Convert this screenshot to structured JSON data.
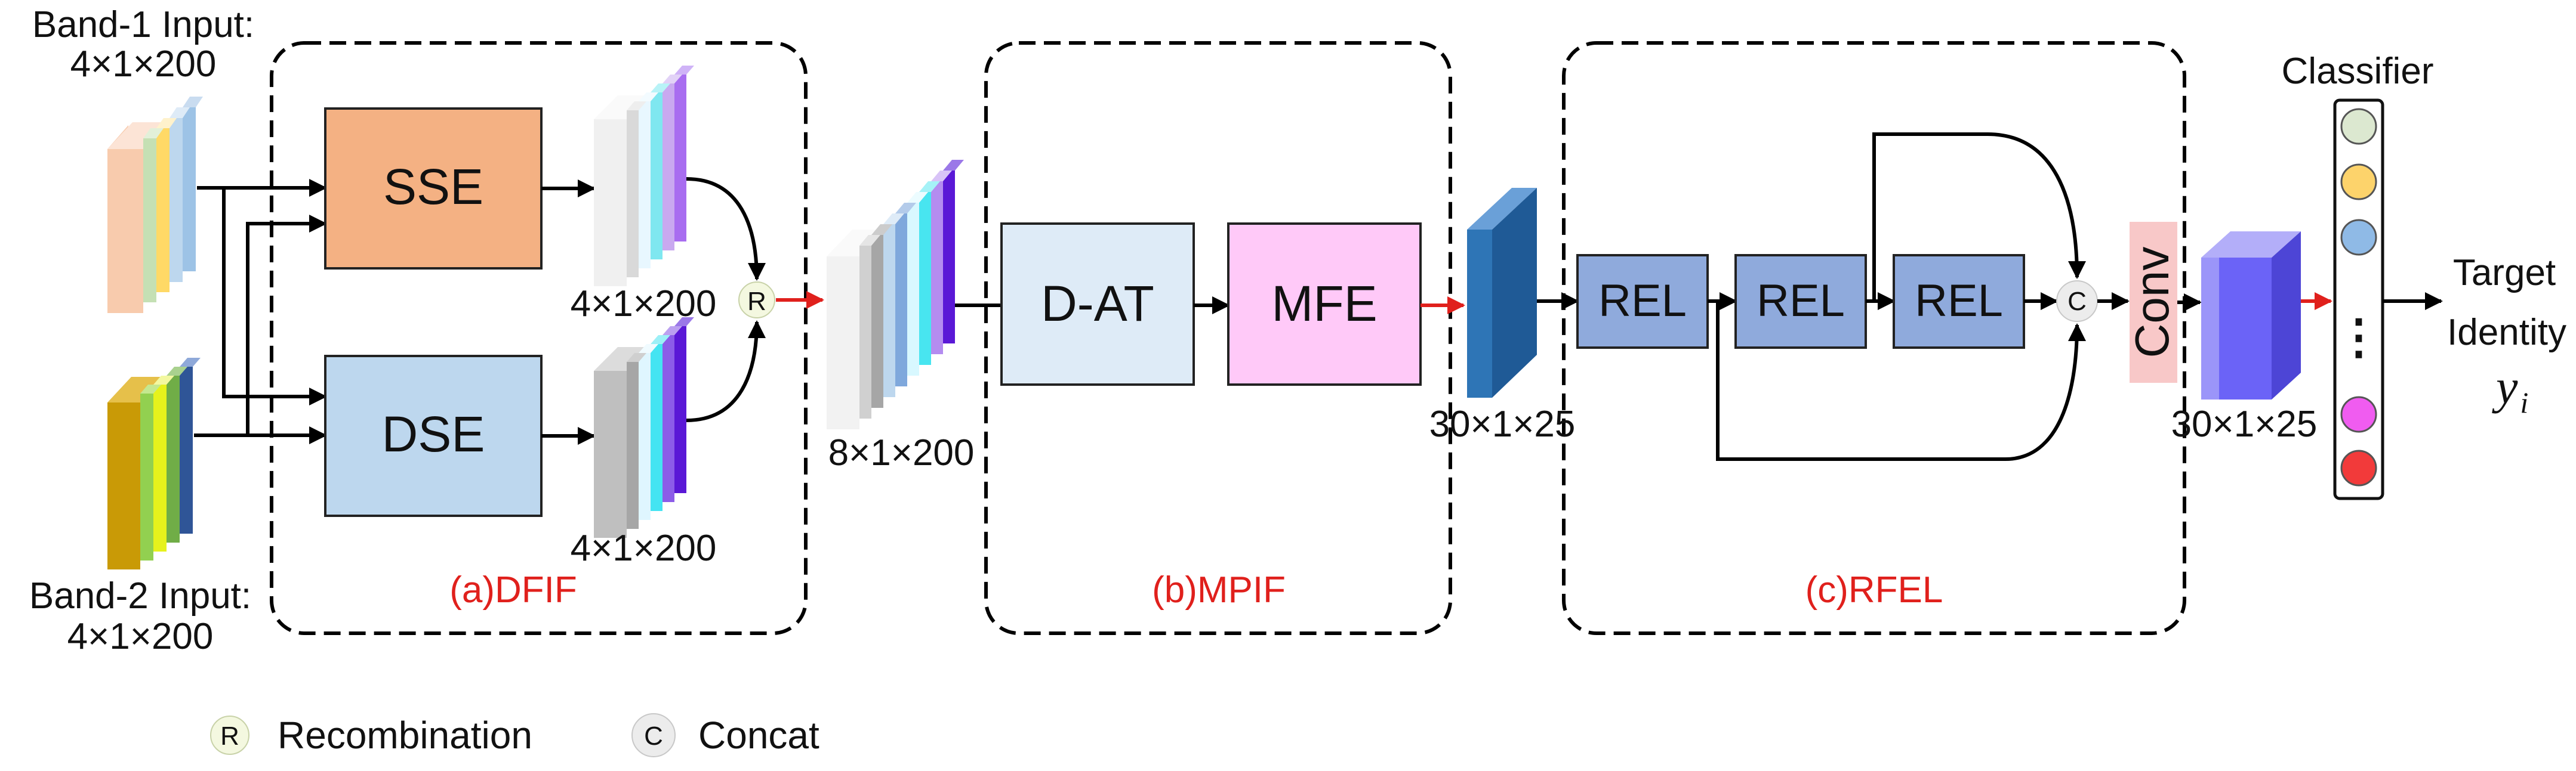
{
  "inputs": {
    "band1_title": "Band-1 Input:",
    "band1_size": "4×1×200",
    "band2_title": "Band-2 Input:",
    "band2_size": "4×1×200"
  },
  "dfif": {
    "label": "(a)DFIF",
    "sse": "SSE",
    "dse": "DSE",
    "sse_out": "4×1×200",
    "dse_out": "4×1×200",
    "recomb_symbol": "R",
    "out_size": "8×1×200"
  },
  "mpif": {
    "label": "(b)MPIF",
    "dat": "D-AT",
    "mfe": "MFE",
    "out_size": "30×1×25"
  },
  "rfel": {
    "label": "(c)RFEL",
    "rel1": "REL",
    "rel2": "REL",
    "rel3": "REL",
    "concat_symbol": "C"
  },
  "conv": {
    "label": "Conv",
    "out_size": "30×1×25"
  },
  "classifier": {
    "title": "Classifier",
    "dots": "⋮",
    "circle_colors": [
      "#dce8d0",
      "#fdd36b",
      "#8fbae6",
      "#f05cf0",
      "#f23a3a"
    ]
  },
  "target": {
    "line1": "Target",
    "line2": "Identity",
    "symbol": "y",
    "sub": "i"
  },
  "legend": {
    "r_symbol": "R",
    "r_text": "Recombination",
    "c_symbol": "C",
    "c_text": "Concat"
  },
  "colors": {
    "sse_fill": "#f4b183",
    "dse_fill": "#bdd7ee",
    "dat_fill": "#deebf7",
    "mfe_fill": "#ffc9f8",
    "rel_fill": "#8faadc",
    "conv_fill": "#f8c8c8",
    "arrow_red": "#e0201c"
  }
}
